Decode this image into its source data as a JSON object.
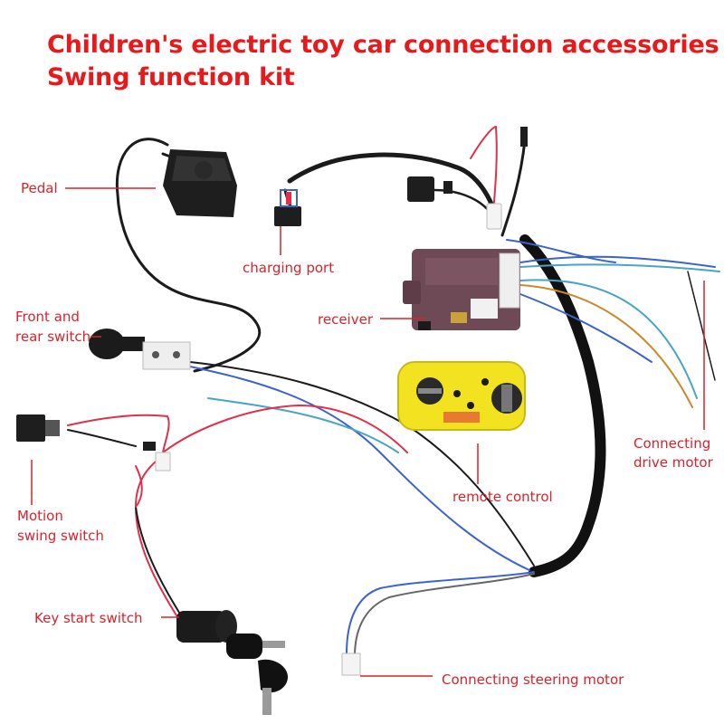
{
  "title": {
    "line1": "Children's electric toy car connection accessories",
    "line2": "Swing function kit"
  },
  "labels": {
    "pedal": "Pedal",
    "charging_port": "charging port",
    "receiver": "receiver",
    "front_rear_switch_1": "Front and",
    "front_rear_switch_2": "rear switch",
    "motion_swing_1": "Motion",
    "motion_swing_2": "swing switch",
    "key_start": "Key start switch",
    "remote_control": "remote control",
    "drive_motor_1": "Connecting",
    "drive_motor_2": "drive motor",
    "steering_motor": "Connecting  steering motor"
  },
  "colors": {
    "title": "#e8191b",
    "label": "#d8232a",
    "remote_body": "#f2e21f",
    "receiver_body": "#6e4a56",
    "wire_black": "#1b1b1b",
    "wire_blue": "#3b63c9",
    "wire_red": "#e0304a"
  }
}
